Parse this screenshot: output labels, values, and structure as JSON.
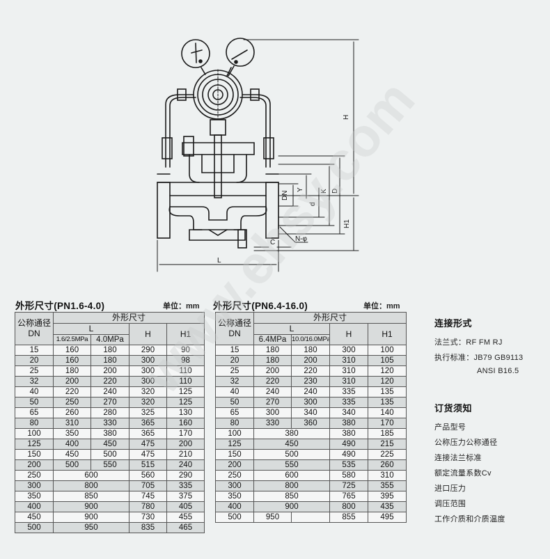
{
  "drawing": {
    "labels": {
      "H": "H",
      "H1": "H1",
      "L": "L",
      "DN": "DN",
      "Y": "Y",
      "d": "d",
      "K": "K",
      "D": "D",
      "C": "C",
      "N_phi": "N-φ"
    }
  },
  "watermark": "www.ehsy.com",
  "table1": {
    "title": "外形尺寸(PN1.6-4.0)",
    "unit": "单位：mm",
    "header": {
      "dn_label": "公称通径",
      "dn_sub": "DN",
      "group": "外形尺寸",
      "L": "L",
      "L_col1": "1.6/2.5MPa",
      "L_col2": "4.0MPa",
      "H": "H",
      "H1": "H1"
    },
    "rows": [
      {
        "dn": "15",
        "l1": "160",
        "l2": "180",
        "h": "290",
        "h1": "90"
      },
      {
        "dn": "20",
        "l1": "160",
        "l2": "180",
        "h": "300",
        "h1": "98"
      },
      {
        "dn": "25",
        "l1": "180",
        "l2": "200",
        "h": "300",
        "h1": "110"
      },
      {
        "dn": "32",
        "l1": "200",
        "l2": "220",
        "h": "300",
        "h1": "110"
      },
      {
        "dn": "40",
        "l1": "220",
        "l2": "240",
        "h": "320",
        "h1": "125"
      },
      {
        "dn": "50",
        "l1": "250",
        "l2": "270",
        "h": "320",
        "h1": "125"
      },
      {
        "dn": "65",
        "l1": "260",
        "l2": "280",
        "h": "325",
        "h1": "130"
      },
      {
        "dn": "80",
        "l1": "310",
        "l2": "330",
        "h": "365",
        "h1": "160"
      },
      {
        "dn": "100",
        "l1": "350",
        "l2": "380",
        "h": "365",
        "h1": "170"
      },
      {
        "dn": "125",
        "l1": "400",
        "l2": "450",
        "h": "475",
        "h1": "200"
      },
      {
        "dn": "150",
        "l1": "450",
        "l2": "500",
        "h": "475",
        "h1": "210"
      },
      {
        "dn": "200",
        "l1": "500",
        "l2": "550",
        "h": "515",
        "h1": "240"
      },
      {
        "dn": "250",
        "l": "600",
        "h": "560",
        "h1": "290"
      },
      {
        "dn": "300",
        "l": "800",
        "h": "705",
        "h1": "335"
      },
      {
        "dn": "350",
        "l": "850",
        "h": "745",
        "h1": "375"
      },
      {
        "dn": "400",
        "l": "900",
        "h": "780",
        "h1": "405"
      },
      {
        "dn": "450",
        "l": "900",
        "h": "730",
        "h1": "455"
      },
      {
        "dn": "500",
        "l": "950",
        "h": "835",
        "h1": "465"
      }
    ]
  },
  "table2": {
    "title": "外形尺寸(PN6.4-16.0)",
    "unit": "单位：mm",
    "header": {
      "dn_label": "公称通径",
      "dn_sub": "DN",
      "group": "外形尺寸",
      "L": "L",
      "L_col1": "6.4MPa",
      "L_col2": "10.0/16.0MPa",
      "H": "H",
      "H1": "H1"
    },
    "rows": [
      {
        "dn": "15",
        "l1": "180",
        "l2": "180",
        "h": "300",
        "h1": "100"
      },
      {
        "dn": "20",
        "l1": "180",
        "l2": "200",
        "h": "310",
        "h1": "105"
      },
      {
        "dn": "25",
        "l1": "200",
        "l2": "220",
        "h": "310",
        "h1": "120"
      },
      {
        "dn": "32",
        "l1": "220",
        "l2": "230",
        "h": "310",
        "h1": "120"
      },
      {
        "dn": "40",
        "l1": "240",
        "l2": "240",
        "h": "335",
        "h1": "135"
      },
      {
        "dn": "50",
        "l1": "270",
        "l2": "300",
        "h": "335",
        "h1": "135"
      },
      {
        "dn": "65",
        "l1": "300",
        "l2": "340",
        "h": "340",
        "h1": "140"
      },
      {
        "dn": "80",
        "l1": "330",
        "l2": "360",
        "h": "380",
        "h1": "170"
      },
      {
        "dn": "100",
        "l": "380",
        "h": "380",
        "h1": "185"
      },
      {
        "dn": "125",
        "l": "450",
        "h": "490",
        "h1": "215"
      },
      {
        "dn": "150",
        "l": "500",
        "h": "490",
        "h1": "225"
      },
      {
        "dn": "200",
        "l": "550",
        "h": "535",
        "h1": "260"
      },
      {
        "dn": "250",
        "l": "600",
        "h": "580",
        "h1": "310"
      },
      {
        "dn": "300",
        "l": "800",
        "h": "725",
        "h1": "355"
      },
      {
        "dn": "350",
        "l": "850",
        "h": "765",
        "h1": "395"
      },
      {
        "dn": "400",
        "l": "900",
        "h": "800",
        "h1": "435"
      },
      {
        "dn": "500",
        "l1": "950",
        "l2": "",
        "h": "855",
        "h1": "495"
      }
    ]
  },
  "connection": {
    "title": "连接形式",
    "flange": "法兰式：RF FM RJ",
    "standard": "执行标准：JB79  GB9113",
    "standard_cont": "ANSI  B16.5"
  },
  "ordering": {
    "title": "订货须知",
    "items": [
      "产品型号",
      "公称压力公称通径",
      "连接法兰标准",
      "额定流量系数Cv",
      "进口压力",
      "调压范围",
      "工作介质和介质温度"
    ]
  }
}
